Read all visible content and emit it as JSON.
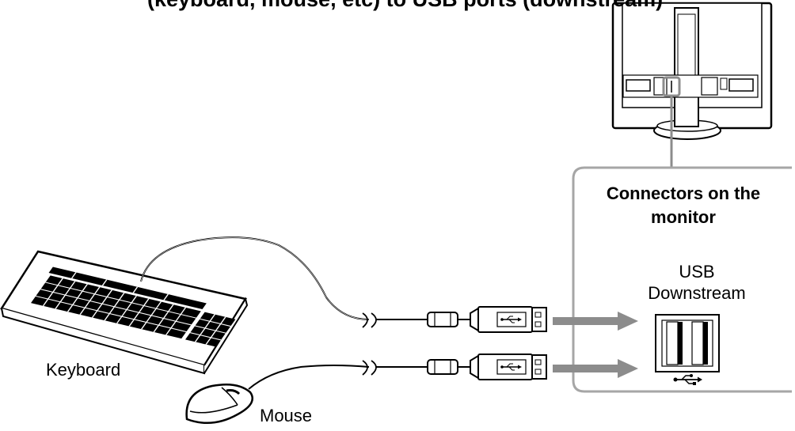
{
  "header": {
    "text": "(keyboard, mouse, etc) to USB ports (downstream)"
  },
  "connector_panel": {
    "title_line1": "Connectors on the",
    "title_line2": "monitor"
  },
  "usb_port": {
    "line1": "USB",
    "line2": "Downstream",
    "icon": "usb-icon"
  },
  "devices": {
    "keyboard": "Keyboard",
    "mouse": "Mouse"
  },
  "colors": {
    "arrow": "#8c8c8c",
    "panel_border": "#a6a6a6",
    "stroke": "#000000"
  }
}
